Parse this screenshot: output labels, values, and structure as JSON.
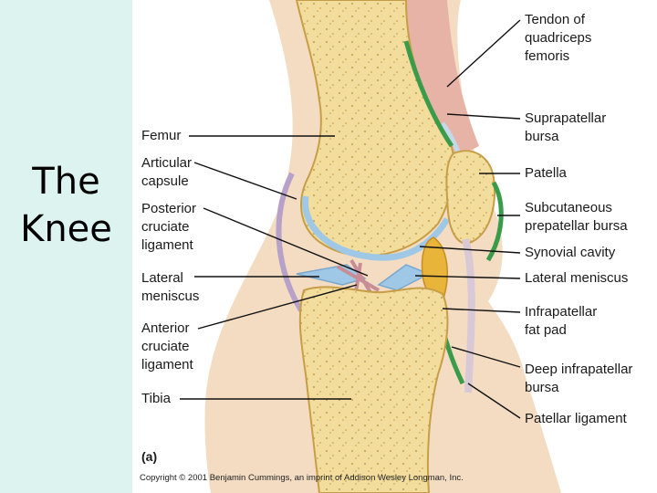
{
  "slide": {
    "title_lines": [
      "The",
      "Knee"
    ]
  },
  "figure": {
    "left_labels": [
      {
        "lines": [
          "Femur"
        ]
      },
      {
        "lines": [
          "Articular",
          "capsule"
        ]
      },
      {
        "lines": [
          "Posterior",
          "cruciate",
          "ligament"
        ]
      },
      {
        "lines": [
          "Lateral",
          "meniscus"
        ]
      },
      {
        "lines": [
          "Anterior",
          "cruciate",
          "ligament"
        ]
      },
      {
        "lines": [
          "Tibia"
        ]
      }
    ],
    "right_labels": [
      {
        "lines": [
          "Tendon of",
          "quadriceps",
          "femoris"
        ]
      },
      {
        "lines": [
          "Suprapatellar",
          "bursa"
        ]
      },
      {
        "lines": [
          "Patella"
        ]
      },
      {
        "lines": [
          "Subcutaneous",
          "prepatellar bursa"
        ]
      },
      {
        "lines": [
          "Synovial cavity"
        ]
      },
      {
        "lines": [
          "Lateral meniscus"
        ]
      },
      {
        "lines": [
          "Infrapatellar",
          "fat pad"
        ]
      },
      {
        "lines": [
          "Deep infrapatellar",
          "bursa"
        ]
      },
      {
        "lines": [
          "Patellar ligament"
        ]
      }
    ],
    "panel_label": "(a)",
    "copyright": "Copyright © 2001 Benjamin Cummings, an imprint of Addison Wesley Longman, Inc."
  }
}
